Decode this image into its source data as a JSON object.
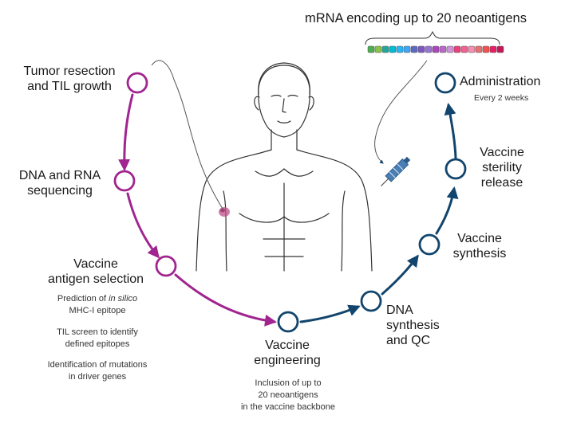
{
  "colors": {
    "magenta": "#a0258f",
    "navy": "#12456d",
    "skin_outline": "#333333",
    "lesion": "#c0508a",
    "syringe": "#4a7fb5"
  },
  "header": {
    "mrna_title": "mRNA encoding up to 20 neoantigens",
    "bead_colors": [
      "#4caf50",
      "#8bc34a",
      "#26a69a",
      "#00bcd4",
      "#29b6f6",
      "#42a5f5",
      "#5c6bc0",
      "#7e57c2",
      "#9575cd",
      "#ab47bc",
      "#ba68c8",
      "#ce93d8",
      "#ec407a",
      "#f06292",
      "#f48fb1",
      "#e57373",
      "#ef5350",
      "#e91e63",
      "#c2185b"
    ]
  },
  "steps": {
    "tumor": {
      "lines": [
        "Tumor resection",
        "and TIL growth"
      ]
    },
    "sequencing": {
      "lines": [
        "DNA and RNA",
        "sequencing"
      ]
    },
    "selection": {
      "lines": [
        "Vaccine",
        "antigen selection"
      ],
      "details": {
        "prediction_prefix": "Prediction of ",
        "prediction_italic": "in silico",
        "prediction_line2": "MHC-I epitope",
        "til_line1": "TIL screen to identify",
        "til_line2": "defined epitopes",
        "mut_line1": "Identification of mutations",
        "mut_line2": "in driver genes"
      }
    },
    "engineering": {
      "lines": [
        "Vaccine",
        "engineering"
      ],
      "details": [
        "Inclusion of up to",
        "20 neoantigens",
        "in the vaccine backbone"
      ]
    },
    "dna_synthesis": {
      "lines": [
        "DNA",
        "synthesis",
        "and QC"
      ]
    },
    "vaccine_synthesis": {
      "lines": [
        "Vaccine",
        "synthesis"
      ]
    },
    "sterility": {
      "lines": [
        "Vaccine",
        "sterility",
        "release"
      ]
    },
    "administration": {
      "title": "Administration",
      "subtitle": "Every 2 weeks"
    }
  }
}
